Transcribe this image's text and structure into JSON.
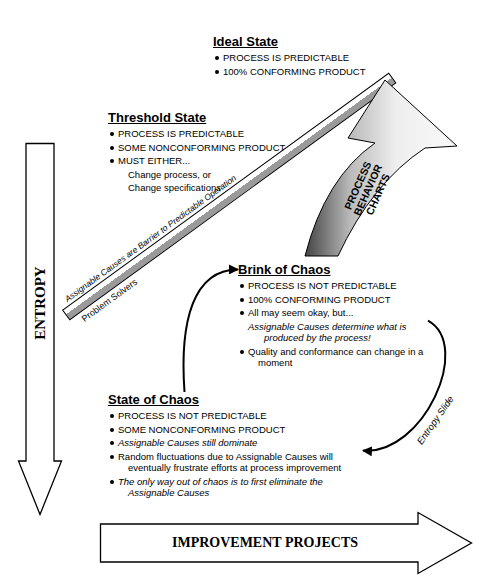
{
  "diagram": {
    "nodes": [
      {
        "text": [
          "Ideal State",
          "PROCESS IS PREDICTABLE",
          "100% CONFORMING PRODUCT"
        ]
      },
      {
        "text": [
          "Threshold State",
          "PROCESS IS PREDICTABLE",
          "SOME NONCONFORMING PRODUCT",
          "MUST EITHER...",
          "Change process, or",
          "Change specifications"
        ]
      },
      {
        "text": [
          "Brink of Chaos",
          "PROCESS IS NOT PREDICTABLE",
          "100% CONFORMING PRODUCT",
          "All may seem okay, but...",
          "Assignable Causes determine what is produced by the process!",
          "Quality and conformance can change in a moment"
        ]
      },
      {
        "text": [
          "State of Chaos",
          "PROCESS IS NOT PREDICTABLE",
          "SOME NONCONFORMING PRODUCT",
          "Assignable Causes still dominate",
          "Random fluctuations due to Assignable Causes will eventually frustrate efforts at process improvement",
          "The only way out of chaos is to first eliminate the Assignable Causes"
        ]
      },
      {
        "text": [
          "ENTROPY"
        ]
      },
      {
        "text": [
          "IMPROVEMENT PROJECTS"
        ]
      },
      {
        "text": [
          "PROCESS BEHAVIOR CHARTS"
        ]
      },
      {
        "text": [
          "Problem Solvers",
          "Assignable Causes are Barrier to Predictable Operation"
        ]
      }
    ],
    "edges": [
      {
        "from": 2,
        "to": 3,
        "label": "Entropy Slide",
        "arrow": "to"
      },
      {
        "from": 3,
        "to": 2,
        "arrow": "to"
      }
    ]
  }
}
